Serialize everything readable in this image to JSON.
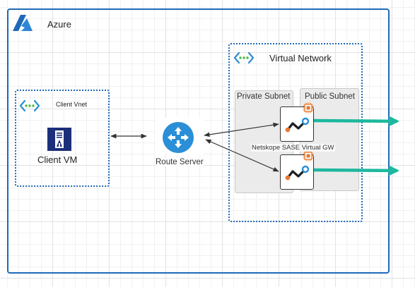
{
  "diagram": {
    "azure": {
      "label": "Azure"
    },
    "virtual_network": {
      "label": "Virtual Network",
      "private_subnet": {
        "label": "Private Subnet"
      },
      "public_subnet": {
        "label": "Public Subnet"
      },
      "gateway": {
        "label": "Netskope SASE Virtual GW"
      }
    },
    "client_vnet": {
      "label": "Client Vnet",
      "vm": {
        "label": "Client VM"
      }
    },
    "route_server": {
      "label": "Route Server"
    },
    "icons": {
      "azure": "azure-logo-icon",
      "vnet": "virtual-network-icon",
      "vm": "virtual-machine-icon",
      "router": "router-icon",
      "gateway": "netskope-gateway-icon",
      "chip": "nic-chip-icon"
    },
    "colors": {
      "frame_blue": "#1f69b8",
      "router_blue": "#2a8fd6",
      "egress_teal": "#1db89e",
      "chip_orange": "#e8772e",
      "vm_navy": "#1b2f7a",
      "subnet_gray": "#ebebeb"
    }
  }
}
